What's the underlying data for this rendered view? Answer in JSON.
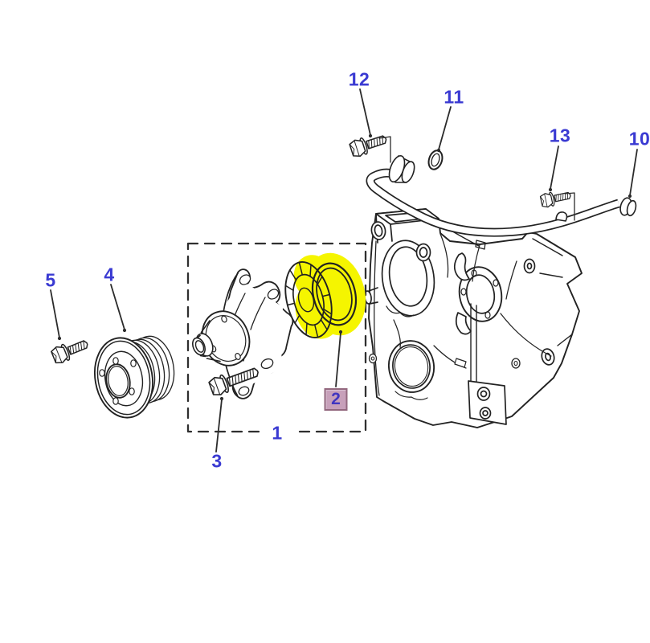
{
  "diagram": {
    "kind": "exploded-parts-line-drawing",
    "subject": "water-pump-and-coolant-pipe"
  },
  "colors": {
    "background": "#ffffff",
    "line_art": "#222222",
    "callout_text": "#3a3ad2",
    "highlight_yellow": "#f5f500",
    "selected_label_bg": "#c7a0ba",
    "selected_label_border": "#93687f",
    "selected_label_text": "#4136c0",
    "dashed_box": "#2f2f2f"
  },
  "callouts": [
    {
      "label": "1",
      "part": "water-pump-assembly-box"
    },
    {
      "label": "2",
      "part": "water-pump-o-ring-seal",
      "selected": true,
      "highlighted": true
    },
    {
      "label": "3",
      "part": "water-pump-bolt"
    },
    {
      "label": "4",
      "part": "water-pump-pulley"
    },
    {
      "label": "5",
      "part": "pulley-bolt"
    },
    {
      "label": "10",
      "part": "coolant-pipe"
    },
    {
      "label": "11",
      "part": "pipe-o-ring"
    },
    {
      "label": "12",
      "part": "pipe-flange-bolt"
    },
    {
      "label": "13",
      "part": "pipe-bracket-bolt"
    }
  ]
}
